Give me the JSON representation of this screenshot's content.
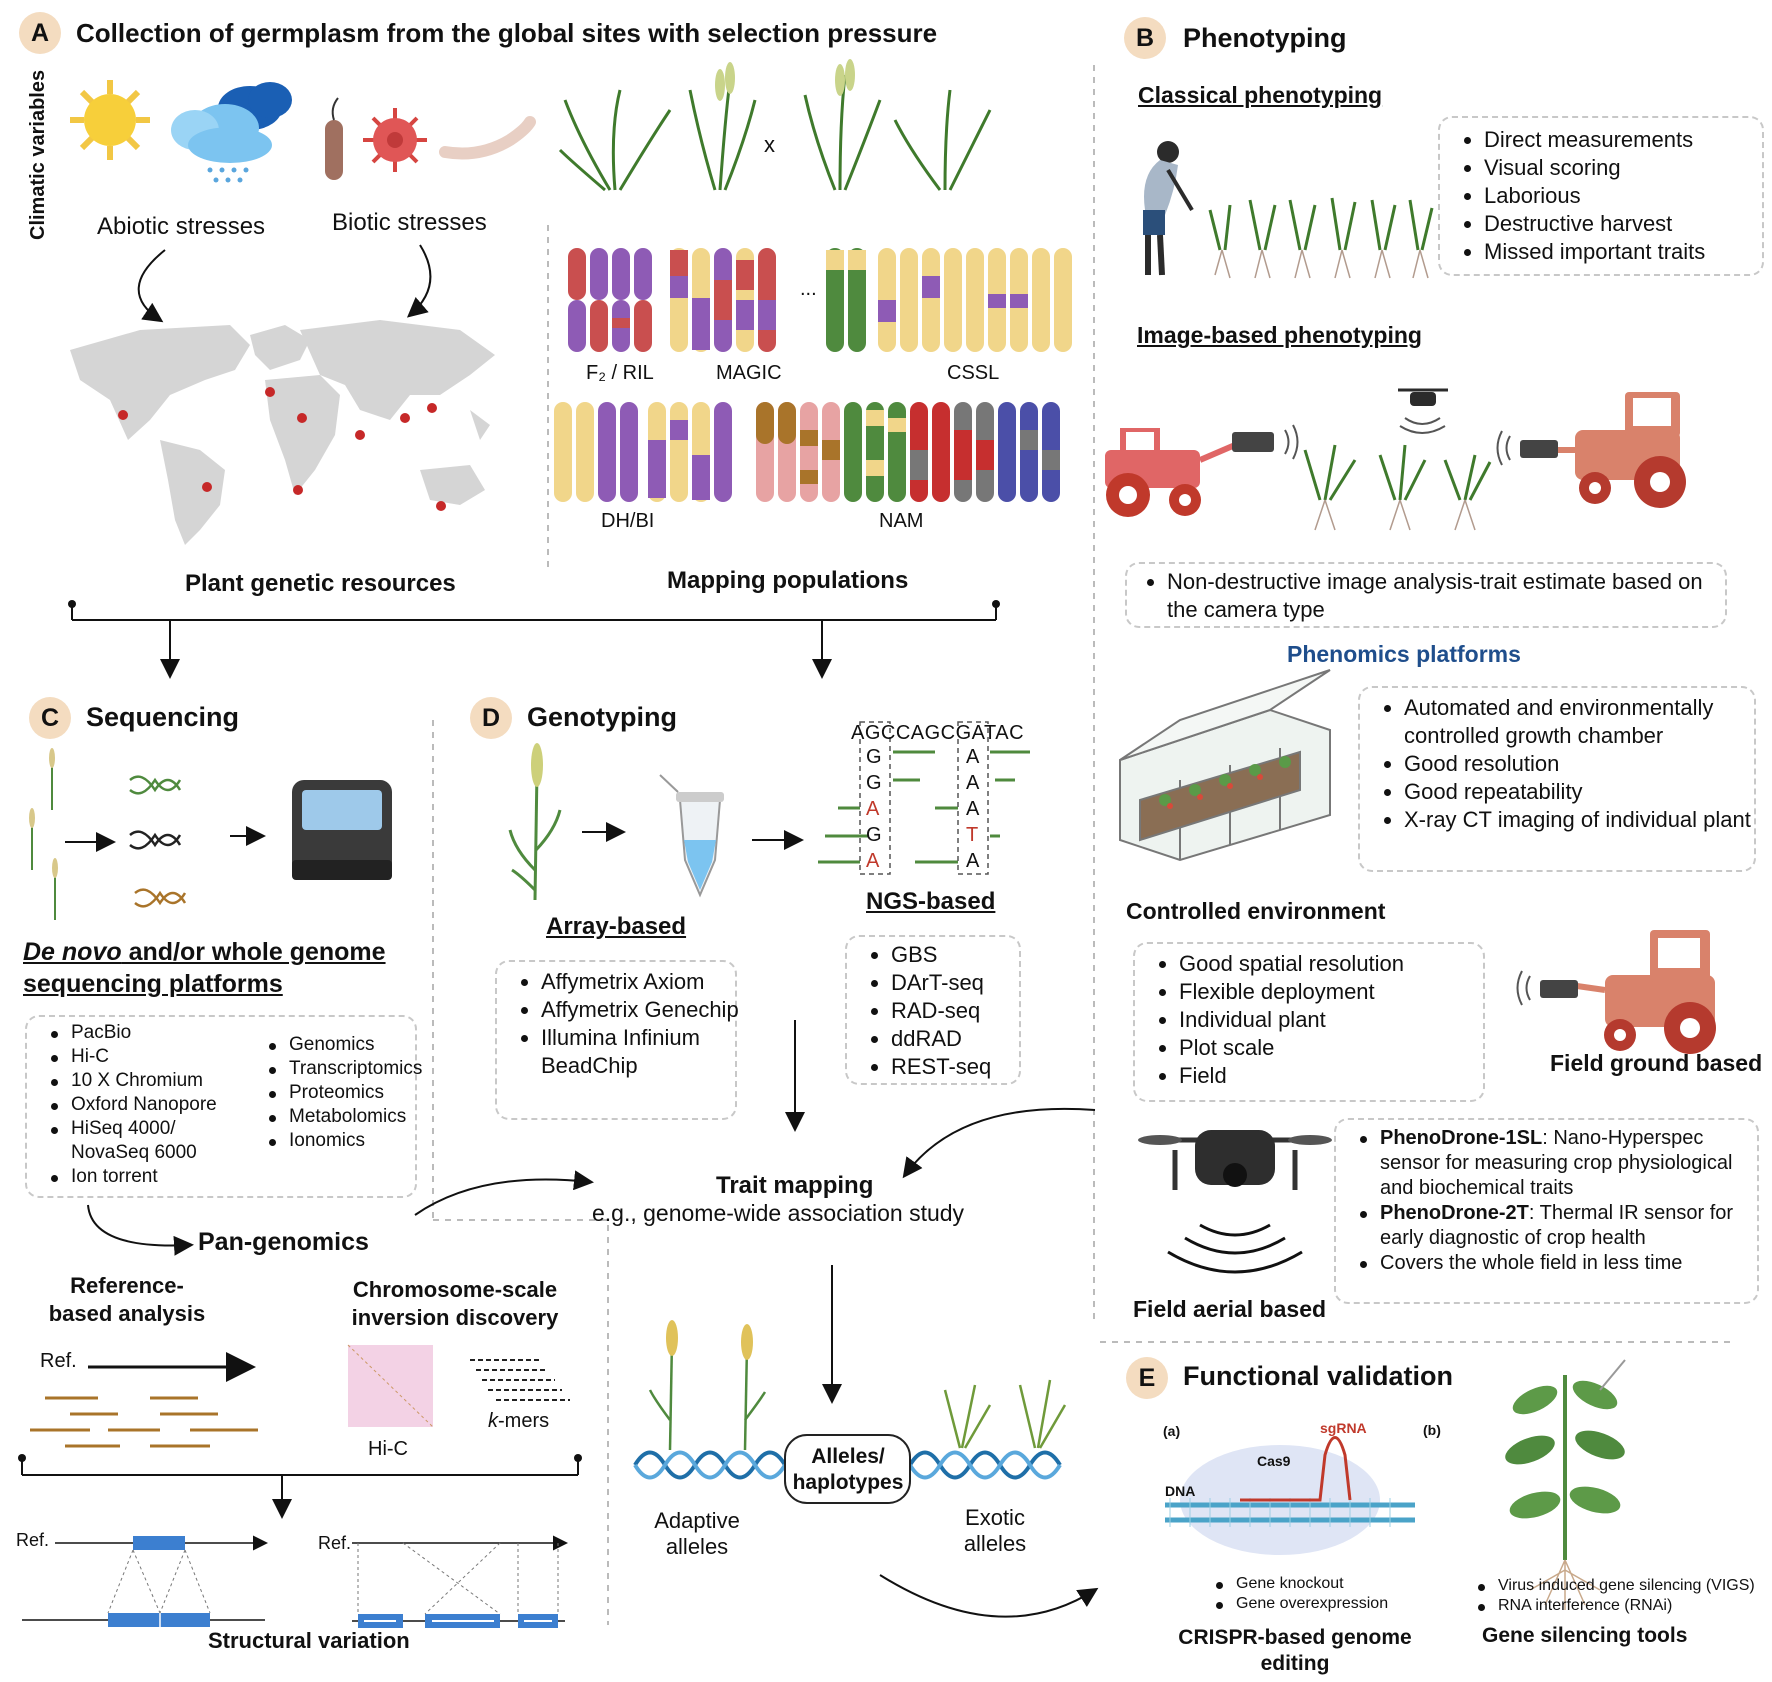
{
  "secA": {
    "badge": "A",
    "title": "Collection of germplasm from the global sites with selection pressure",
    "climatic": "Climatic variables",
    "abiotic": "Abiotic stresses",
    "biotic": "Biotic stresses",
    "cross": "x",
    "pgr": "Plant genetic resources",
    "mapping": "Mapping populations",
    "pop_f2": "F₂ / RIL",
    "pop_magic": "MAGIC",
    "pop_dots": "...",
    "pop_cssl": "CSSL",
    "pop_dh": "DH/BI",
    "pop_nam": "NAM"
  },
  "secB": {
    "badge": "B",
    "title": "Phenotyping",
    "classical": "Classical phenotyping",
    "classical_items": [
      "Direct measurements",
      "Visual scoring",
      "Laborious",
      "Destructive harvest",
      "Missed important traits"
    ],
    "image": "Image-based phenotyping",
    "nondestructive": "Non-destructive image analysis-trait estimate based on the camera type",
    "platforms": "Phenomics platforms",
    "controlled_items": [
      "Automated and environmentally controlled growth chamber",
      "Good resolution",
      "Good repeatability",
      "X-ray CT imaging of individual plant"
    ],
    "controlled": "Controlled environment",
    "ground_items": [
      "Good spatial resolution",
      "Flexible deployment",
      "Individual plant",
      "Plot scale",
      "Field"
    ],
    "ground": "Field ground based",
    "aerial_items": [
      {
        "b": "PhenoDrone-1SL",
        "r": ": Nano-Hyperspec sensor for measuring crop physiological and biochemical traits"
      },
      {
        "b": "PhenoDrone-2T",
        "r": ": Thermal IR sensor for early diagnostic of crop health"
      },
      {
        "b": "",
        "r": "Covers the whole field in less time"
      }
    ],
    "aerial": "Field aerial based"
  },
  "secC": {
    "badge": "C",
    "title": "Sequencing",
    "platform_title_it": "De novo",
    "platform_title_rest": " and/or whole genome",
    "platform_title_2": "sequencing platforms",
    "left_items": [
      "PacBio",
      "Hi-C",
      "10 X Chromium",
      "Oxford Nanopore",
      "HiSeq 4000/ NovaSeq 6000",
      "Ion torrent"
    ],
    "right_items": [
      "Genomics",
      "Transcriptomics",
      "Proteomics",
      "Metabolomics",
      "Ionomics"
    ],
    "pan": "Pan-genomics",
    "refbased": "Reference-based analysis",
    "chrom": "Chromosome-scale inversion discovery",
    "ref": "Ref.",
    "hic": "Hi-C",
    "kmers_it": "k",
    "kmers_rest": "-mers",
    "ref2": "Ref.",
    "ref3": "Ref.",
    "sv": "Structural variation"
  },
  "secD": {
    "badge": "D",
    "title": "Genotyping",
    "seq_top": "AGCCAGCGATAC",
    "col1": [
      "G",
      "G",
      "A",
      "G",
      "A"
    ],
    "col2": [
      "A",
      "A",
      "A",
      "T",
      "A"
    ],
    "array": "Array-based",
    "ngs": "NGS-based",
    "array_items": [
      "Affymetrix Axiom",
      "Affymetrix Genechip",
      "Illumina Infinium BeadChip"
    ],
    "ngs_items": [
      "GBS",
      "DArT-seq",
      "RAD-seq",
      "ddRAD",
      "REST-seq"
    ],
    "trait": "Trait mapping",
    "trait_sub": "e.g., genome-wide association study",
    "alleles": "Alleles/ haplotypes",
    "adaptive": "Adaptive alleles",
    "exotic": "Exotic alleles"
  },
  "secE": {
    "badge": "E",
    "title": "Functional validation",
    "a": "(a)",
    "b": "(b)",
    "sgrna": "sgRNA",
    "cas9": "Cas9",
    "dna": "DNA",
    "crispr_items": [
      "Gene knockout",
      "Gene overexpression"
    ],
    "crispr": "CRISPR-based genome editing",
    "vigs_items": [
      "Virus induced gene silencing (VIGS)",
      "RNA interference (RNAi)"
    ],
    "silencing": "Gene silencing tools"
  },
  "colors": {
    "badge": "#f4dcc0",
    "platforms": "#1f4e8c",
    "red": "#c0392b",
    "green": "#4a7a2a",
    "purple": "#8e5bb5",
    "yellow": "#f1d68a",
    "pink": "#e7a3a3",
    "tractor": "#e06666",
    "blue": "#3c7fd0"
  }
}
